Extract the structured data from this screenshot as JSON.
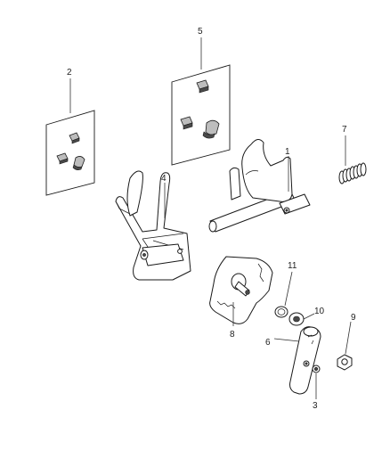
{
  "diagram": {
    "callouts": {
      "c1": "1",
      "c2": "2",
      "c3": "3",
      "c4": "4",
      "c5": "5",
      "c6": "6",
      "c7": "7",
      "c8": "8",
      "c9": "9",
      "c10": "10",
      "c11": "11"
    }
  },
  "colors": {
    "line": "#1a1a1a",
    "shade": "#bdbdbd",
    "dark": "#4a4a4a",
    "background": "#ffffff"
  }
}
